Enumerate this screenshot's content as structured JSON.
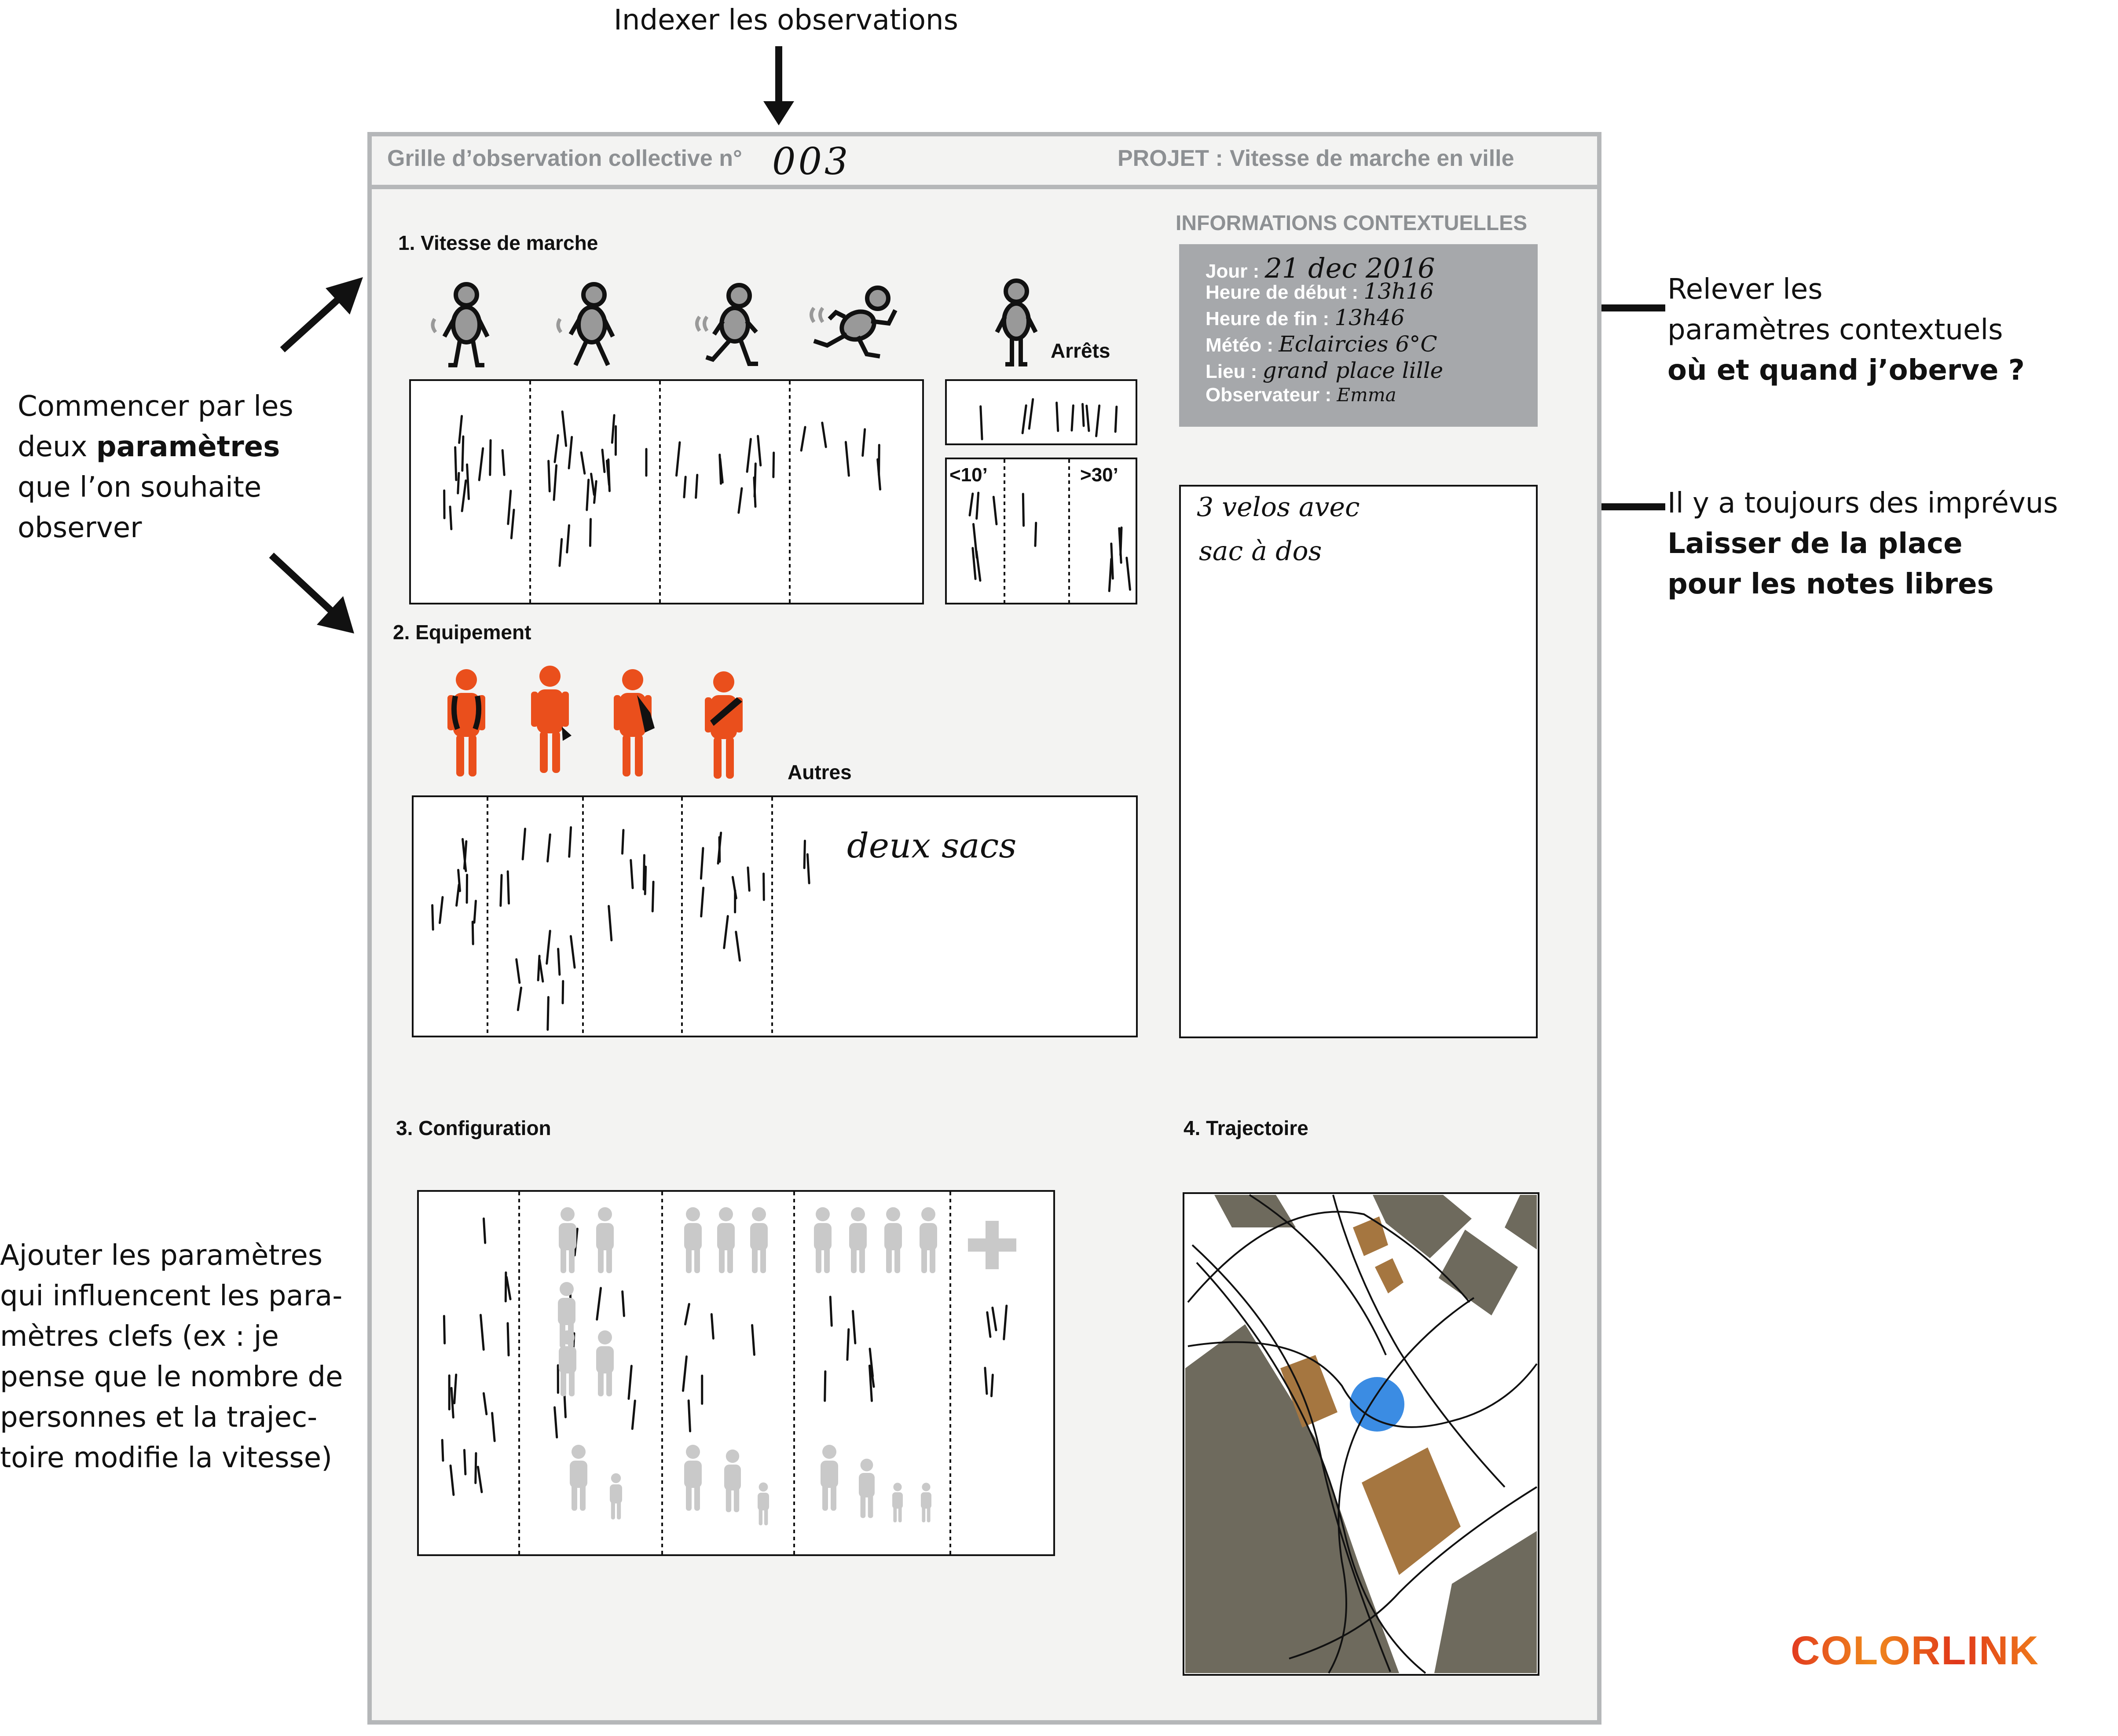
{
  "annotations": {
    "index": "Indexer les observations",
    "start": [
      "Commencer par les",
      "deux ",
      "paramètres",
      "que l’on souhaite",
      "observer"
    ],
    "context": [
      "Relever les",
      "paramètres contextuels",
      "où et quand j’oberve ?"
    ],
    "notes": [
      "Il y a toujours des imprévus",
      "Laisser de la place",
      "pour les notes libres"
    ],
    "add": [
      "Ajouter les paramètres",
      "qui influencent les para-",
      "mètres clefs (ex : je",
      "pense que le nombre de",
      "personnes et la trajec-",
      "toire modifie la vitesse)"
    ]
  },
  "sheet": {
    "title": "Grille d’observation collective n°",
    "number": "003",
    "project_label": "PROJET :",
    "project_value": "Vitesse de marche en ville"
  },
  "sections": {
    "speed": "1. Vitesse de marche",
    "stops": "Arrêts",
    "stop_short": "<10’",
    "stop_long": ">30’",
    "equipment": "2. Equipement",
    "others": "Autres",
    "others_note": "deux sacs",
    "configuration": "3. Configuration",
    "trajectory": "4. Trajectoire"
  },
  "context": {
    "title": "INFORMATIONS CONTEXTUELLES",
    "rows": [
      {
        "label": "Jour :",
        "value": "21 dec 2016"
      },
      {
        "label": "Heure de début :",
        "value": "13h16"
      },
      {
        "label": "Heure de fin :",
        "value": "13h46"
      },
      {
        "label": "Météo :",
        "value": "Eclaircies 6°C"
      },
      {
        "label": "Lieu :",
        "value": "grand place lille"
      },
      {
        "label": "Observateur :",
        "value": "Emma"
      }
    ]
  },
  "notes": {
    "line1": "3 velos avec",
    "line2": "sac à dos"
  },
  "logo": "COLORLINK",
  "colors": {
    "sheet_border": "#b5b7b9",
    "context_bg": "#a6a8ab",
    "orange": "#ea4f1c",
    "building": "#6e6a5d",
    "brown": "#a57640",
    "blue": "#3b8ce3"
  }
}
